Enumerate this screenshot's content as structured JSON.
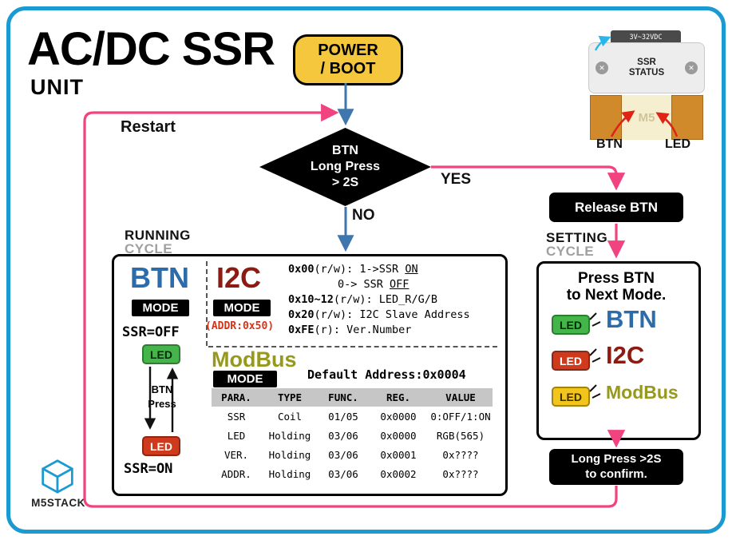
{
  "colors": {
    "frame_blue": "#1b9ad2",
    "flow_pink": "#f0437f",
    "flow_blue": "#3e76ad",
    "btn_blue": "#2d6cab",
    "i2c_red": "#8d1b12",
    "modbus_olive": "#97991c",
    "led_green": "#44b649",
    "led_red": "#cf3a1d",
    "led_yellow": "#f2c51c",
    "power_yellow": "#f4c73c"
  },
  "title": {
    "main": "AC/DC SSR",
    "sub": "UNIT"
  },
  "power_button": {
    "line1": "POWER",
    "line2": "/ BOOT"
  },
  "flow": {
    "decision": {
      "line1": "BTN",
      "line2": "Long Press",
      "line3": "> 2S"
    },
    "yes": "YES",
    "no": "NO",
    "restart": "Restart",
    "release": "Release BTN",
    "confirm_line1": "Long Press >2S",
    "confirm_line2": "to confirm."
  },
  "running": {
    "label_top": "RUNNING",
    "label_bottom": "CYCLE",
    "btn": {
      "title": "BTN",
      "mode_tag": "MODE",
      "ssr_off": "SSR=OFF",
      "led_on": "LED",
      "press_line1": "BTN",
      "press_line2": "Press",
      "led_off": "LED",
      "ssr_on": "SSR=ON"
    },
    "i2c": {
      "title": "I2C",
      "mode_tag": "MODE",
      "addr": "(ADDR:0x50)",
      "registers": [
        {
          "addr": "0x00",
          "text": "(r/w): 1->SSR ",
          "underline": "ON"
        },
        {
          "addr": "",
          "text": "0-> SSR ",
          "underline": "OFF"
        },
        {
          "addr": "0x10~12",
          "text": "(r/w): LED_R/G/B",
          "underline": ""
        },
        {
          "addr": "0x20",
          "text": "(r/w): I2C Slave Address",
          "underline": ""
        },
        {
          "addr": "0xFE",
          "text": "(r): Ver.Number",
          "underline": ""
        }
      ]
    },
    "modbus": {
      "title": "ModBus",
      "mode_tag": "MODE",
      "default_address": "Default Address:0x0004",
      "table": {
        "headers": [
          "PARA.",
          "TYPE",
          "FUNC.",
          "REG.",
          "VALUE"
        ],
        "rows": [
          [
            "SSR",
            "Coil",
            "01/05",
            "0x0000",
            "0:OFF/1:ON"
          ],
          [
            "LED",
            "Holding",
            "03/06",
            "0x0000",
            "RGB(565)"
          ],
          [
            "VER.",
            "Holding",
            "03/06",
            "0x0001",
            "0x????"
          ],
          [
            "ADDR.",
            "Holding",
            "03/06",
            "0x0002",
            "0x????"
          ]
        ]
      }
    }
  },
  "setting": {
    "label_top": "SETTING",
    "label_bottom": "CYCLE",
    "heading_line1": "Press BTN",
    "heading_line2": "to Next Mode.",
    "items": [
      {
        "led": "LED",
        "mode": "BTN"
      },
      {
        "led": "LED",
        "mode": "I2C"
      },
      {
        "led": "LED",
        "mode": "ModBus"
      }
    ]
  },
  "product": {
    "voltage": "3V~32VDC",
    "label_line1": "SSR",
    "label_line2": "STATUS",
    "watermark": "M5",
    "btn_label": "BTN",
    "led_label": "LED"
  },
  "brand": "M5STACK"
}
